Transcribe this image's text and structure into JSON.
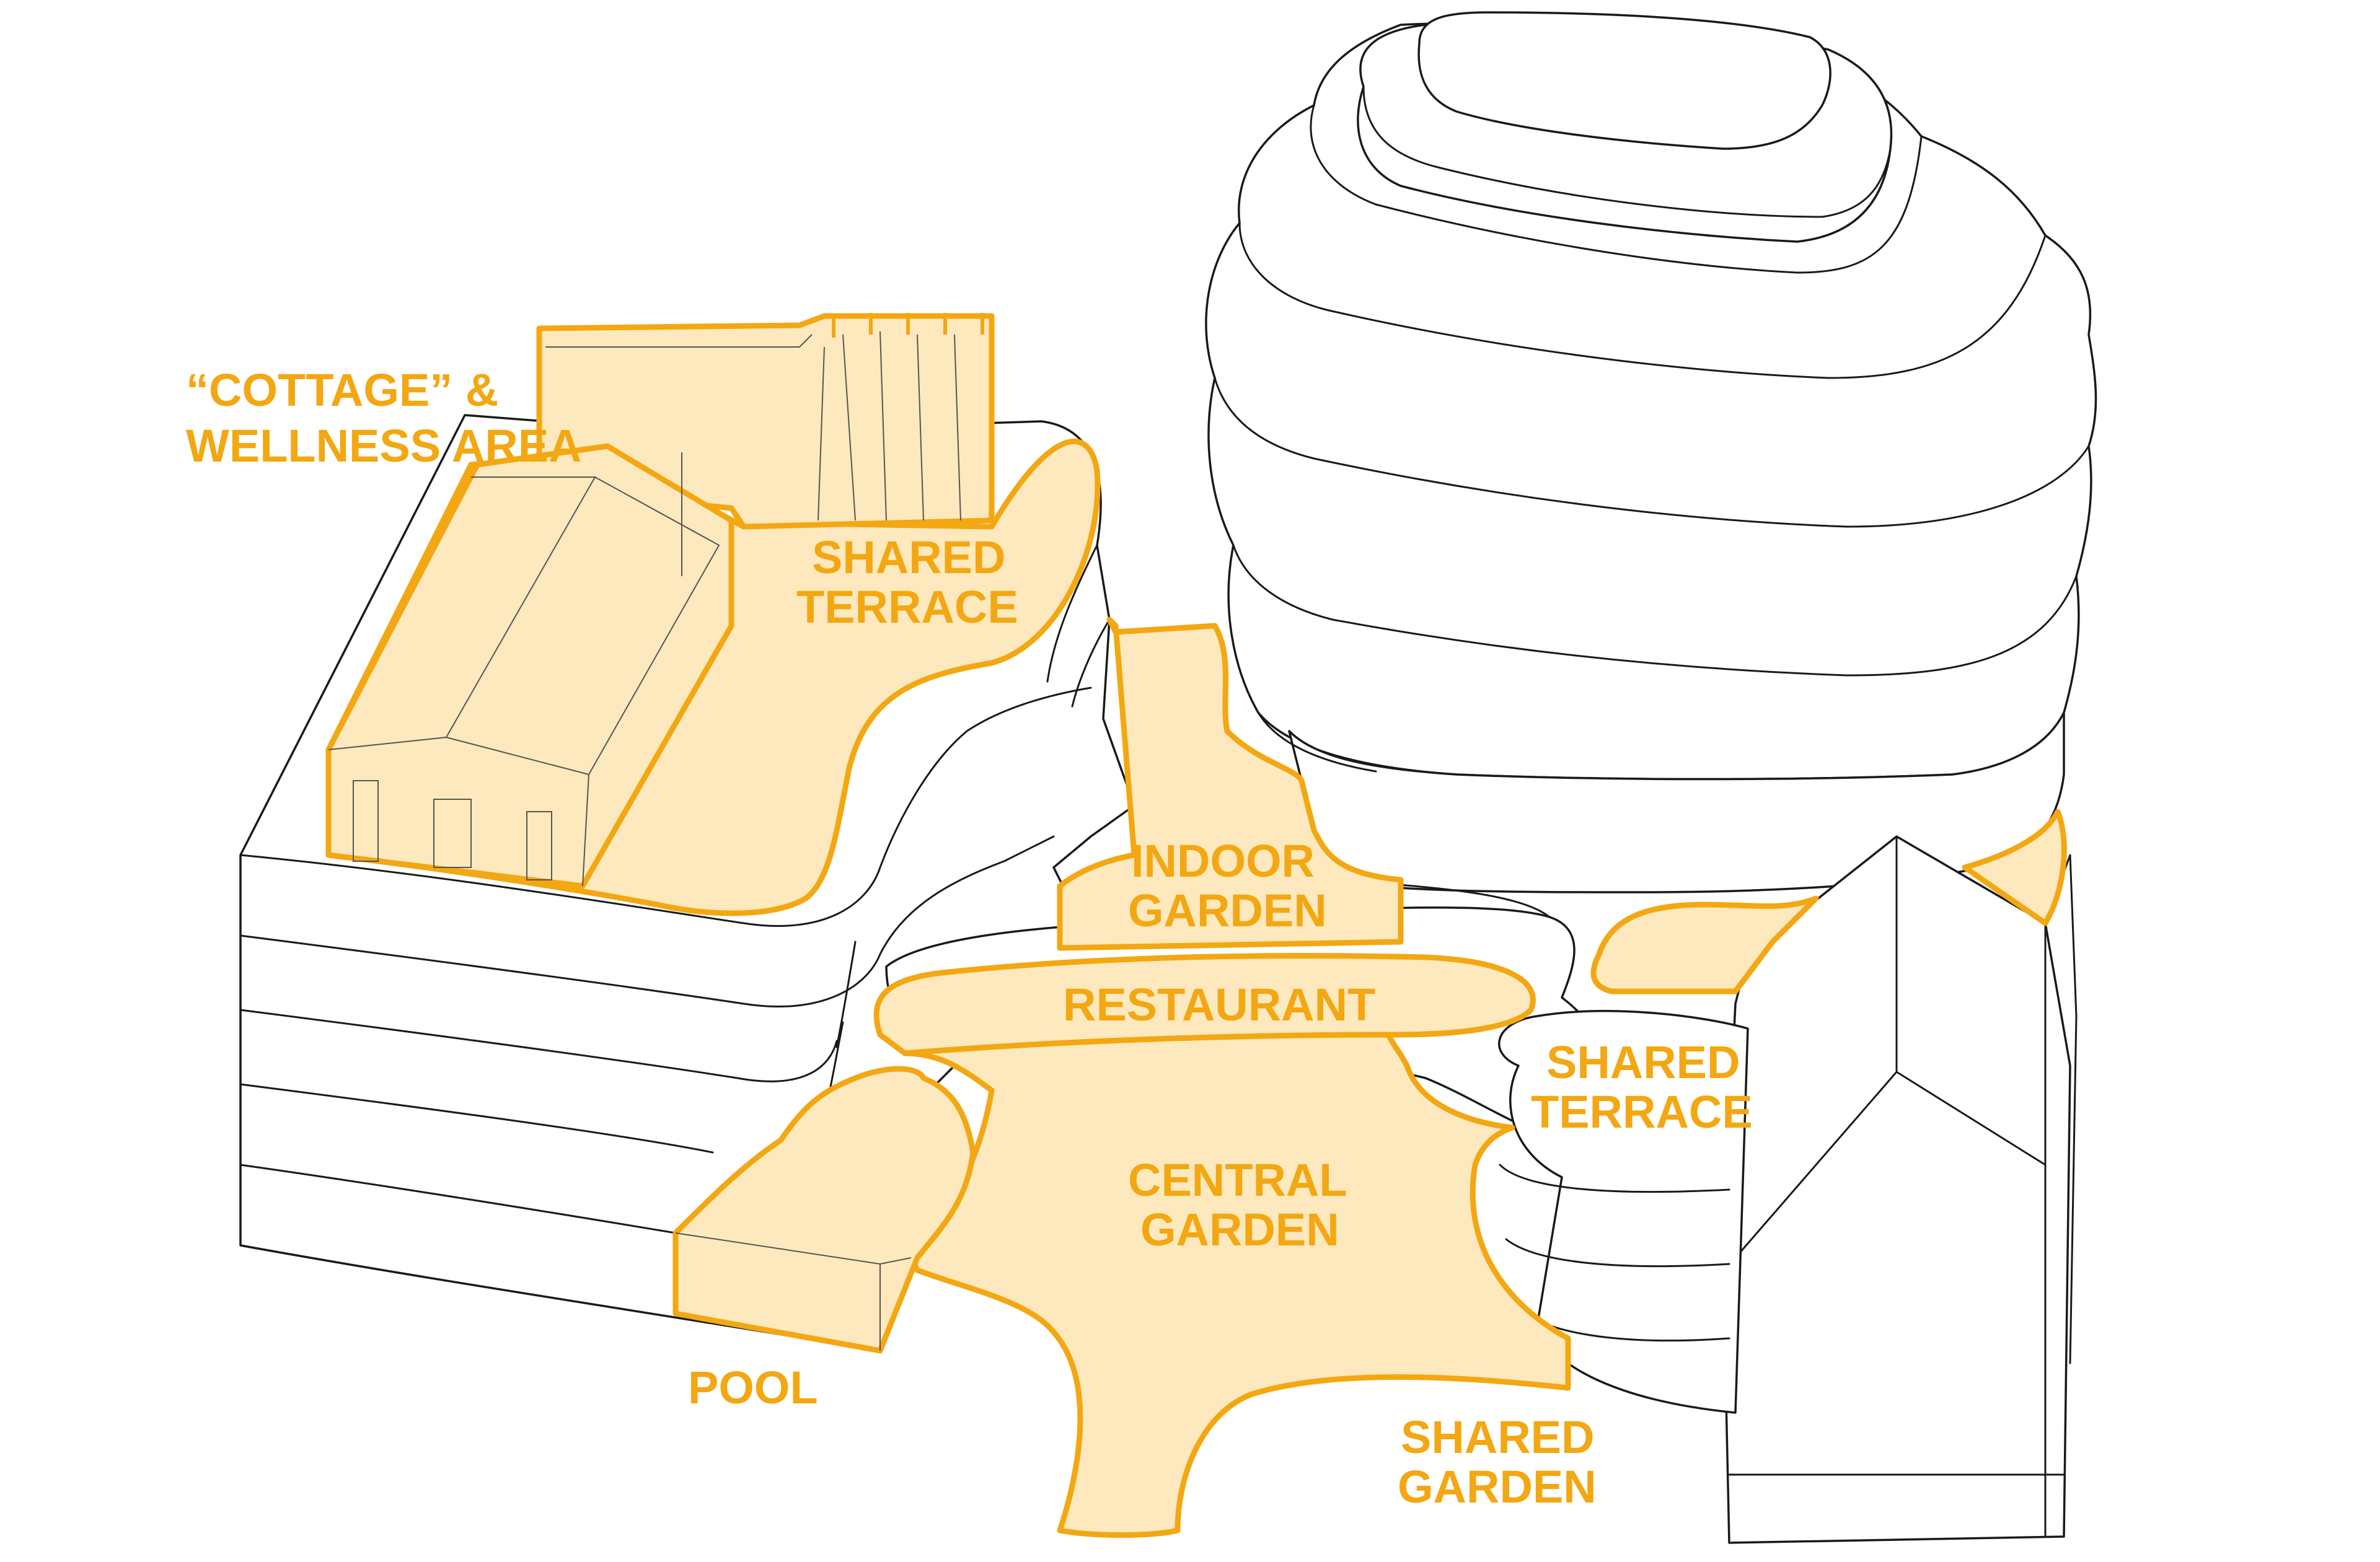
{
  "labels": {
    "cottage_line1": "“COTTAGE” &",
    "cottage_line2": "WELLNESS AREA",
    "shared_terrace_top_1": "SHARED",
    "shared_terrace_top_2": "TERRACE",
    "indoor_garden_1": "INDOOR",
    "indoor_garden_2": "GARDEN",
    "restaurant": "RESTAURANT",
    "shared_terrace_right_1": "SHARED",
    "shared_terrace_right_2": "TERRACE",
    "central_garden_1": "CENTRAL",
    "central_garden_2": "GARDEN",
    "pool": "POOL",
    "shared_garden_1": "SHARED",
    "shared_garden_2": "GARDEN"
  },
  "colors": {
    "accent": "#f3a712",
    "zone_fill": "#fde9bd",
    "outline": "#1a1a1a",
    "background": "#ffffff"
  }
}
